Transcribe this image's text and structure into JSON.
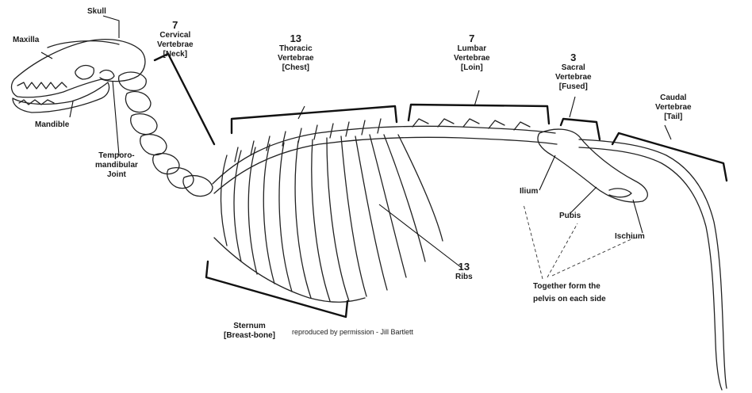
{
  "labels": {
    "skull": "Skull",
    "maxilla": "Maxilla",
    "mandible": "Mandible",
    "tmj": [
      "Temporo-",
      "mandibular",
      "Joint"
    ],
    "cervical": {
      "count": "7",
      "lines": [
        "Cervical",
        "Vertebrae",
        "[Neck]"
      ]
    },
    "thoracic": {
      "count": "13",
      "lines": [
        "Thoracic",
        "Vertebrae",
        "[Chest]"
      ]
    },
    "lumbar": {
      "count": "7",
      "lines": [
        "Lumbar",
        "Vertebrae",
        "[Loin]"
      ]
    },
    "sacral": {
      "count": "3",
      "lines": [
        "Sacral",
        "Vertebrae",
        "[Fused]"
      ]
    },
    "caudal": {
      "lines": [
        "Caudal",
        "Vertebrae",
        "[Tail]"
      ]
    },
    "ribs": {
      "count": "13",
      "word": "Ribs"
    },
    "ilium": "Ilium",
    "pubis": "Pubis",
    "ischium": "Ischium",
    "pelvis_note": [
      "Together form the",
      "pelvis on each side"
    ],
    "sternum": [
      "Sternum",
      "[Breast-bone]"
    ]
  },
  "credit": "reproduced by permission - Jill Bartlett",
  "colors": {
    "ink": "#1a1a1a",
    "background": "#ffffff"
  }
}
